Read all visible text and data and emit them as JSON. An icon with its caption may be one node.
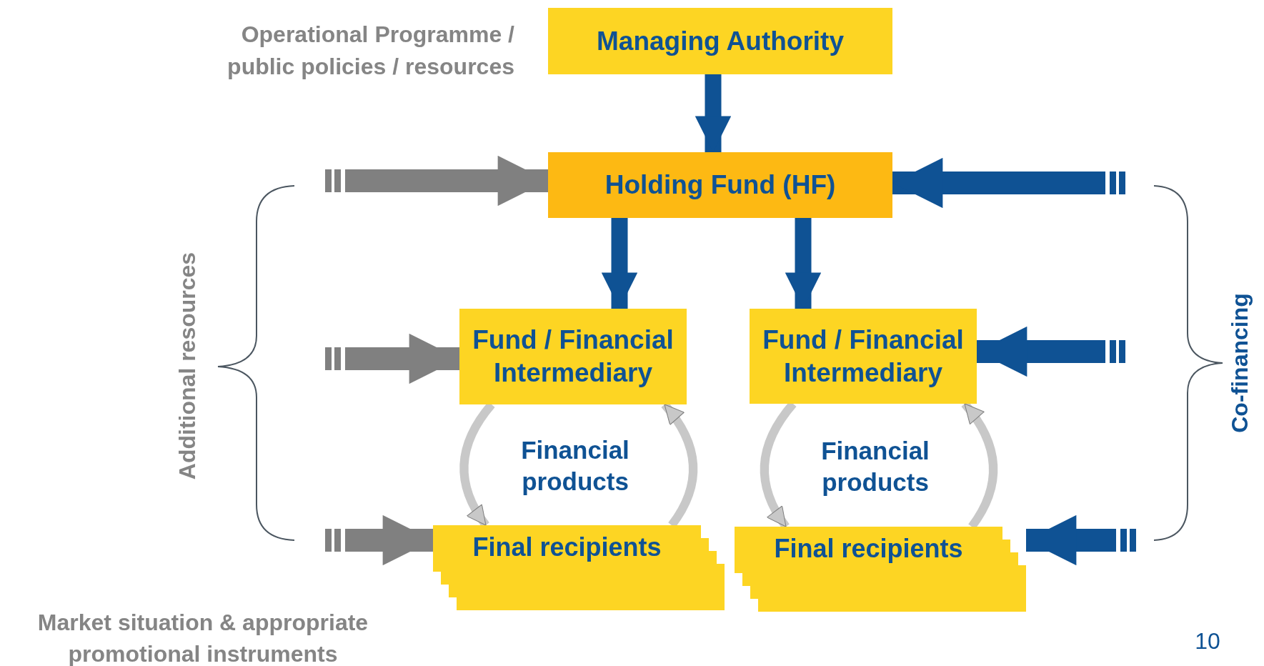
{
  "diagram": {
    "nodes": [
      {
        "text": [
          "Managing Authority"
        ]
      },
      {
        "text": [
          "Holding Fund (HF)"
        ]
      },
      {
        "text": [
          "Fund / Financial Intermediary"
        ]
      },
      {
        "text": [
          "Fund  / Financial Intermediary"
        ]
      },
      {
        "text": [
          "Final recipients"
        ]
      },
      {
        "text": [
          "Final recipients"
        ]
      }
    ],
    "edges": [
      {
        "from": 0,
        "to": 1,
        "arrow": "to"
      },
      {
        "from": 1,
        "to": 2,
        "arrow": "to"
      },
      {
        "from": 1,
        "to": 3,
        "arrow": "to"
      },
      {
        "from": null,
        "to": 1,
        "arrow": "to",
        "color": "#808080"
      },
      {
        "from": null,
        "to": 2,
        "arrow": "to",
        "color": "#808080"
      },
      {
        "from": null,
        "to": 4,
        "arrow": "to",
        "color": "#808080"
      },
      {
        "from": null,
        "to": 1,
        "arrow": "to"
      },
      {
        "from": null,
        "to": 3,
        "arrow": "to"
      },
      {
        "from": null,
        "to": 5,
        "arrow": "to"
      },
      {
        "from": 2,
        "to": 4,
        "arrow": "to",
        "color": "#c8c8c8"
      },
      {
        "from": 4,
        "to": 2,
        "arrow": "to",
        "color": "#c8c8c8"
      },
      {
        "from": 3,
        "to": 5,
        "arrow": "to",
        "color": "#c8c8c8"
      },
      {
        "from": 5,
        "to": 3,
        "arrow": "to",
        "color": "#c8c8c8"
      }
    ],
    "labels": [
      "Operational Programme / public policies / resources",
      "Additional resources",
      "Financial products",
      "Financial products",
      "Co-financing",
      "Market situation & appropriate promotional instruments",
      "10"
    ]
  }
}
